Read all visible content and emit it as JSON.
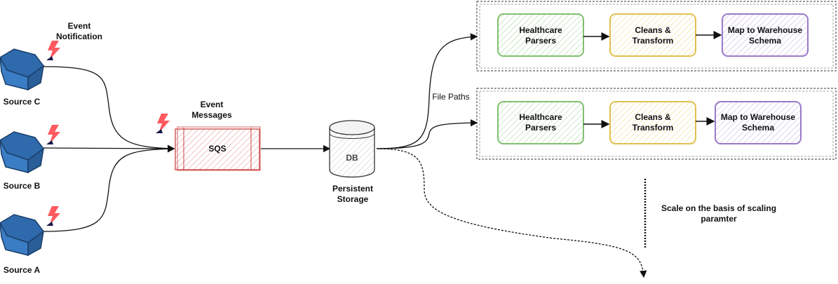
{
  "sources": [
    {
      "label": "Source C"
    },
    {
      "label": "Source B"
    },
    {
      "label": "Source A"
    }
  ],
  "event_notification": "Event\nNotification",
  "event_messages": "Event\nMessages",
  "sqs_label": "SQS",
  "db_label": "DB",
  "storage_label": "Persistent\nStorage",
  "file_paths_label": "File Paths",
  "pipelines": [
    {
      "steps": [
        "Healthcare\nParsers",
        "Cleans &\nTransform",
        "Map to Warehouse\nSchema"
      ]
    },
    {
      "steps": [
        "Healthcare\nParsers",
        "Cleans &\nTransform",
        "Map to Warehouse\nSchema"
      ]
    }
  ],
  "scale_note": "Scale on the basis of scaling\nparamter",
  "colors": {
    "cube": "#3b7dc4",
    "lightning": "#ff5a5f",
    "sqs": "#cc4444",
    "green": "#80c070",
    "yellow": "#e0c050",
    "purple": "#9a7ac8"
  }
}
